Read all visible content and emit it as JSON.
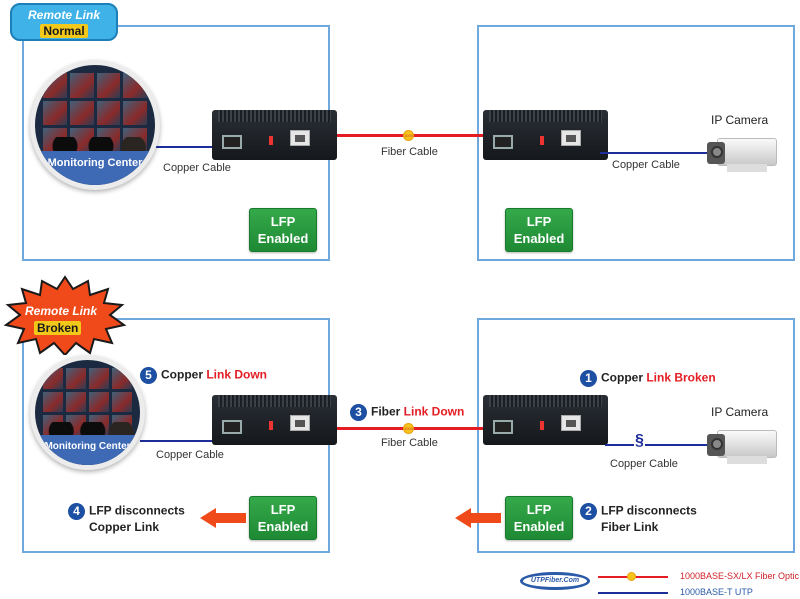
{
  "top": {
    "status_badge": {
      "line1": "Remote Link",
      "line2": "Normal"
    },
    "monitoring_center_label": "Monitoring Center",
    "left_copper_label": "Copper Cable",
    "fiber_label": "Fiber Cable",
    "right_copper_label": "Copper Cable",
    "camera_label": "IP Camera",
    "lfp_left": {
      "line1": "LFP",
      "line2": "Enabled"
    },
    "lfp_right": {
      "line1": "LFP",
      "line2": "Enabled"
    }
  },
  "bottom": {
    "status_badge": {
      "line1": "Remote Link",
      "line2": "Broken"
    },
    "monitoring_center_label": "Monitoring Center",
    "left_copper_label": "Copper Cable",
    "fiber_label": "Fiber Cable",
    "right_copper_label": "Copper Cable",
    "camera_label": "IP Camera",
    "lfp_left": {
      "line1": "LFP",
      "line2": "Enabled"
    },
    "lfp_right": {
      "line1": "LFP",
      "line2": "Enabled"
    },
    "steps": [
      {
        "num": "1",
        "text": "Copper ",
        "highlight": "Link Broken"
      },
      {
        "num": "2",
        "text": "LFP disconnects",
        "text2": "Fiber Link"
      },
      {
        "num": "3",
        "text": "Fiber ",
        "highlight": "Link Down"
      },
      {
        "num": "4",
        "text": "LFP disconnects",
        "text2": "Copper Link"
      },
      {
        "num": "5",
        "text": "Copper ",
        "highlight": "Link Down"
      }
    ]
  },
  "legend": {
    "logo": "UTPFiber.Com",
    "fiber": "1000BASE-SX/LX Fiber Optic",
    "utp": "1000BASE-T UTP"
  },
  "colors": {
    "fiber": "#e31d23",
    "copper": "#1f2d9a",
    "lfp": "#2a9c40",
    "panel_border": "#6fa8dc",
    "step_circle": "#1d4fa3"
  }
}
